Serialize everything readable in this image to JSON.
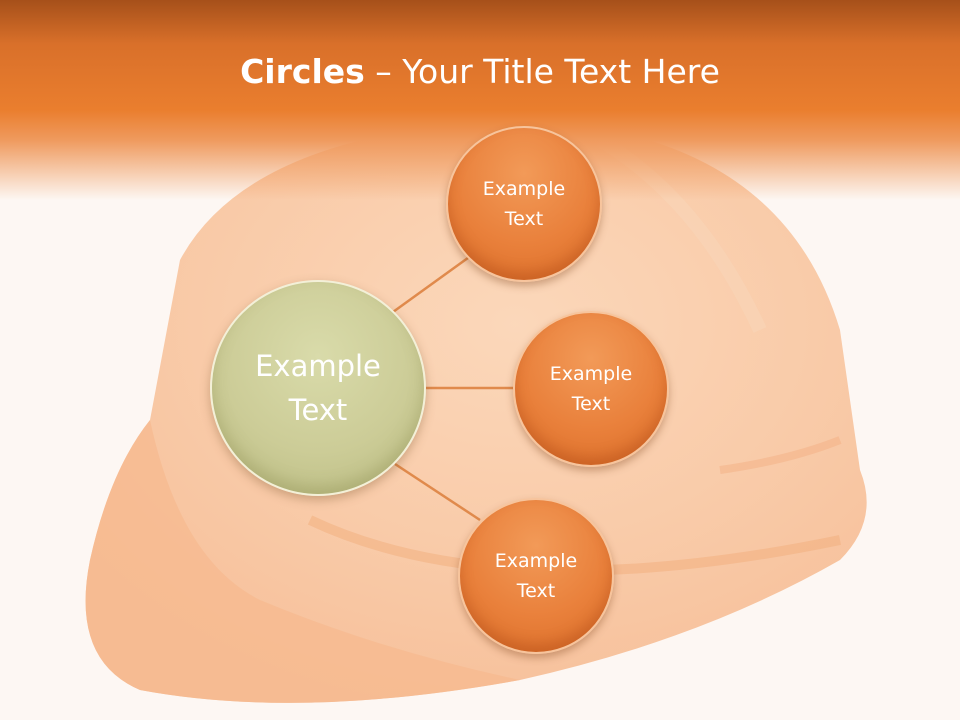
{
  "title": {
    "bold": "Circles",
    "rest": " – Your Title Text Here"
  },
  "diagram": {
    "center": {
      "line1": "Example",
      "line2": "Text"
    },
    "nodes": [
      {
        "line1": "Example",
        "line2": "Text"
      },
      {
        "line1": "Example",
        "line2": "Text"
      },
      {
        "line1": "Example",
        "line2": "Text"
      }
    ]
  },
  "colors": {
    "header_orange": "#ea7e2e",
    "node_orange": "#e9803b",
    "center_khaki": "#cccc97",
    "connector": "#e08a4c"
  }
}
